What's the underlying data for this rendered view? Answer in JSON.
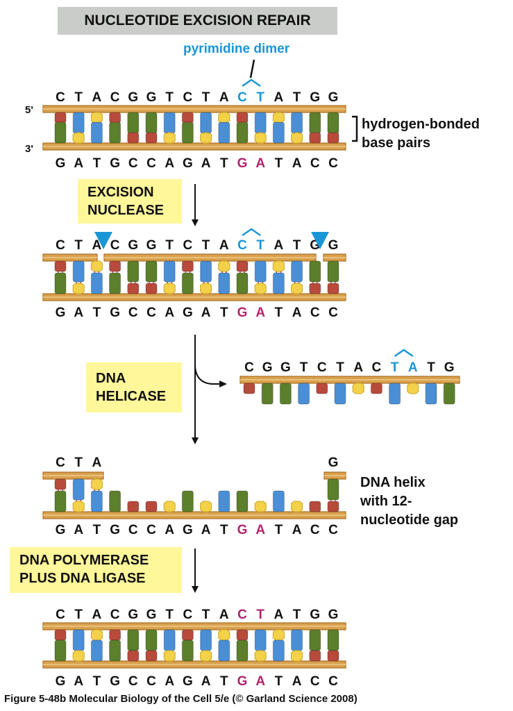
{
  "title": "NUCLEOTIDE EXCISION REPAIR",
  "dimer_label": "pyrimidine dimer",
  "strand_labels": {
    "five_prime": "5'",
    "three_prime": "3'"
  },
  "bracket_label": [
    "hydrogen-bonded",
    "base pairs"
  ],
  "steps": [
    {
      "id": "excision",
      "lines": [
        "EXCISION",
        "NUCLEASE"
      ]
    },
    {
      "id": "helicase",
      "lines": [
        "DNA",
        "HELICASE"
      ]
    },
    {
      "id": "polymerase",
      "lines": [
        "DNA POLYMERASE",
        "PLUS DNA LIGASE"
      ]
    }
  ],
  "gap_label": [
    "DNA helix",
    "with 12-",
    "nucleotide gap"
  ],
  "sequences": {
    "top": "CTACGGTCTACTATGG",
    "bottom": "GATGCCAGATGATACC",
    "excised_fragment": "CGGTCTACTATG",
    "remaining_left": "CTA",
    "remaining_right": "G"
  },
  "caption": "Figure 5-48b  Molecular Biology of the Cell 5/e (© Garland Science 2008)",
  "colors": {
    "backbone": "#d9a14e",
    "backbone_dark": "#a86f24",
    "C": "#b84a3c",
    "T": "#4a8fd6",
    "A": "#f3d24a",
    "G": "#5c7f2c",
    "dimer": "#1a96d6",
    "mismatch": "#b0246e",
    "step_bg": "#fff79a",
    "title_bg": "#c9ccc8"
  }
}
